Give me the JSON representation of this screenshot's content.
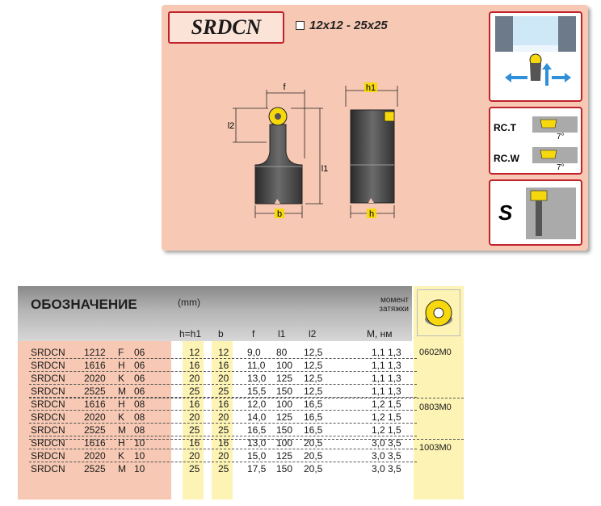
{
  "header": {
    "title": "SRDCN",
    "size_range": "12x12 - 25x25"
  },
  "drawing": {
    "labels": {
      "f": "f",
      "l2": "l2",
      "l1": "l1",
      "b": "b",
      "h1": "h1",
      "h": "h"
    }
  },
  "side_panels": {
    "rc_t": "RC.T",
    "rc_w": "RC.W",
    "angle": "7°",
    "s": "S"
  },
  "table": {
    "title": "ОБОЗНАЧЕНИЕ",
    "unit": "(mm)",
    "moment_line1": "момент",
    "moment_line2": "затяжки",
    "columns": [
      "h=h1",
      "b",
      "f",
      "l1",
      "l2",
      "M, нм"
    ],
    "rows": [
      {
        "name": "SRDCN",
        "size": "1212",
        "letter": "F",
        "code": "06",
        "h": "12",
        "b": "12",
        "f": "9,0",
        "l1": "80",
        "l2": "12,5",
        "m": "1,1  1,3"
      },
      {
        "name": "SRDCN",
        "size": "1616",
        "letter": "H",
        "code": "06",
        "h": "16",
        "b": "16",
        "f": "11,0",
        "l1": "100",
        "l2": "12,5",
        "m": "1,1  1,3"
      },
      {
        "name": "SRDCN",
        "size": "2020",
        "letter": "K",
        "code": "06",
        "h": "20",
        "b": "20",
        "f": "13,0",
        "l1": "125",
        "l2": "12,5",
        "m": "1,1  1,3"
      },
      {
        "name": "SRDCN",
        "size": "2525",
        "letter": "M",
        "code": "06",
        "h": "25",
        "b": "25",
        "f": "15,5",
        "l1": "150",
        "l2": "12,5",
        "m": "1,1  1,3"
      },
      {
        "name": "SRDCN",
        "size": "1616",
        "letter": "H",
        "code": "08",
        "h": "16",
        "b": "16",
        "f": "12,0",
        "l1": "100",
        "l2": "16,5",
        "m": "1,2  1,5"
      },
      {
        "name": "SRDCN",
        "size": "2020",
        "letter": "K",
        "code": "08",
        "h": "20",
        "b": "20",
        "f": "14,0",
        "l1": "125",
        "l2": "16,5",
        "m": "1,2  1,5"
      },
      {
        "name": "SRDCN",
        "size": "2525",
        "letter": "M",
        "code": "08",
        "h": "25",
        "b": "25",
        "f": "16,5",
        "l1": "150",
        "l2": "16,5",
        "m": "1,2  1,5"
      },
      {
        "name": "SRDCN",
        "size": "1616",
        "letter": "H",
        "code": "10",
        "h": "16",
        "b": "16",
        "f": "13,0",
        "l1": "100",
        "l2": "20,5",
        "m": "3,0  3,5"
      },
      {
        "name": "SRDCN",
        "size": "2020",
        "letter": "K",
        "code": "10",
        "h": "20",
        "b": "20",
        "f": "15,0",
        "l1": "125",
        "l2": "20,5",
        "m": "3,0  3,5"
      },
      {
        "name": "SRDCN",
        "size": "2525",
        "letter": "M",
        "code": "10",
        "h": "25",
        "b": "25",
        "f": "17,5",
        "l1": "150",
        "l2": "20,5",
        "m": "3,0  3,5"
      }
    ],
    "inserts": [
      "0602M0",
      "0803M0",
      "1003M0"
    ]
  },
  "colors": {
    "panel": "#f7c9b4",
    "frame": "#c0222a",
    "insert_yellow": "#f6d80c",
    "column_yellow": "#fdf3b4",
    "arrow_blue": "#2f8fd8"
  }
}
